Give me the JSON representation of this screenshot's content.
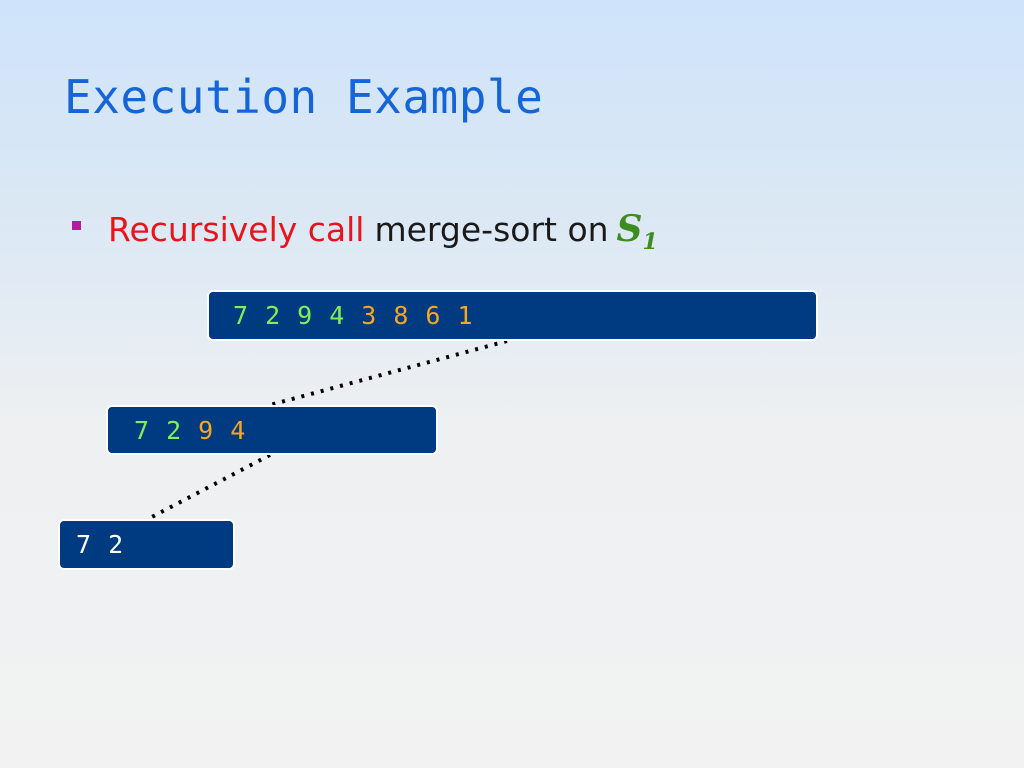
{
  "slide": {
    "title": "Execution Example",
    "bullet": {
      "part1": "Recursively call",
      "part2": "merge-sort on",
      "symbol": "S",
      "subscript": "1"
    },
    "sequences": {
      "root": [
        "7",
        "2",
        "9",
        "4",
        "3",
        "8",
        "6",
        "1"
      ],
      "level1": [
        "7",
        "2",
        "9",
        "4"
      ],
      "level2": [
        "7",
        "2"
      ]
    },
    "colors": {
      "title": "#1565d8",
      "highlight": "#e8141c",
      "symbol": "#3d8c1f",
      "box_fill": "#003a80",
      "active_digits": "#7ef05a",
      "inactive_digits": "#f5a623",
      "current_digits": "#ffffff"
    }
  }
}
